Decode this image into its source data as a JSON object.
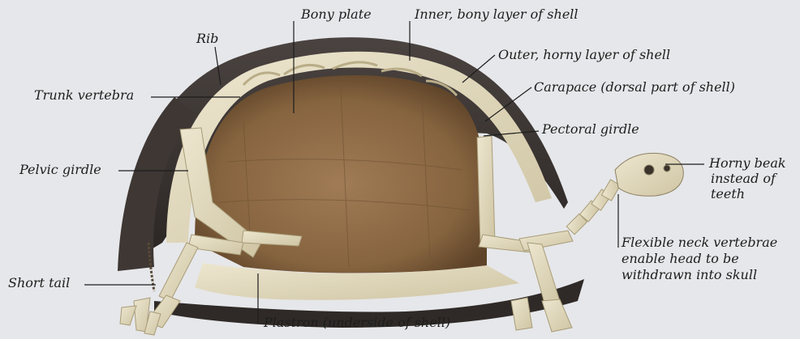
{
  "labels": {
    "bony_plate": "Bony plate",
    "inner_layer": "Inner, bony layer of shell",
    "rib": "Rib",
    "outer_layer": "Outer, horny layer of shell",
    "trunk_vertebra": "Trunk vertebra",
    "carapace": "Carapace (dorsal part of shell)",
    "pectoral_girdle": "Pectoral  girdle",
    "pelvic_girdle": "Pelvic girdle",
    "horny_beak": "Horny beak",
    "horny_beak_line2": "instead of",
    "horny_beak_line3": "teeth",
    "neck_vertebrae": "Flexible neck vertebrae",
    "neck_vertebrae_line2": "enable head to be",
    "neck_vertebrae_line3": "withdrawn into skull",
    "short_tail": "Short tail",
    "plastron": "Plastron (underside of shell)"
  },
  "colors": {
    "background": "#e6e7ea",
    "shell_outer": "#3b3532",
    "bone": "#e3dcc2",
    "shell_interior": "#8a6a48",
    "leader_line": "#1d1d1d"
  }
}
